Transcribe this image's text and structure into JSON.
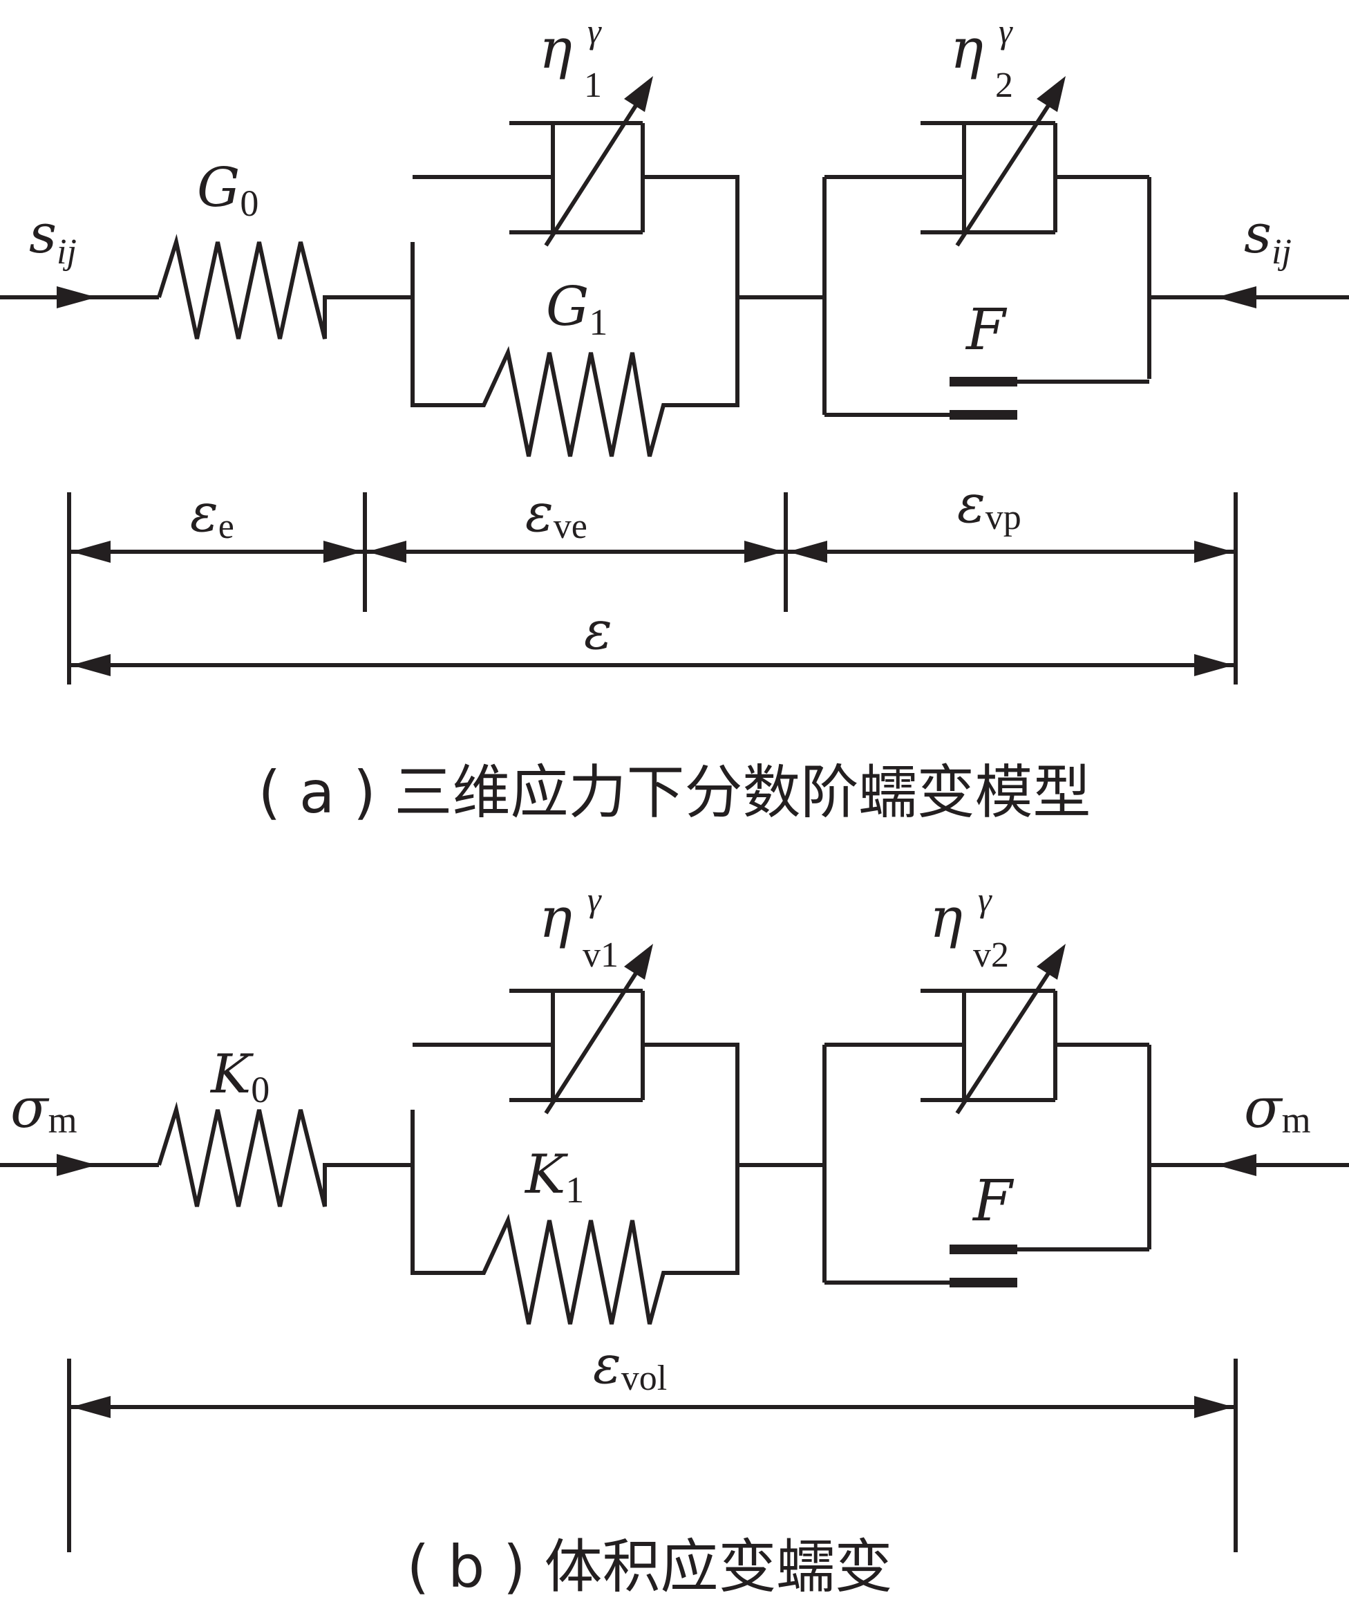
{
  "panel_a": {
    "caption": "( a ) 三维应力下分数阶蠕变模型",
    "stress": {
      "base": "s",
      "sub": "ij"
    },
    "spring0": {
      "base": "G",
      "sub": "0"
    },
    "spring1": {
      "base": "G",
      "sub": "1"
    },
    "dashpot1": {
      "base": "η",
      "sup": "γ",
      "sub": "1"
    },
    "dashpot2": {
      "base": "η",
      "sup": "γ",
      "sub": "2"
    },
    "friction": "F",
    "strain_e": {
      "base": "ε",
      "sub": "e"
    },
    "strain_ve": {
      "base": "ε",
      "sub": "ve"
    },
    "strain_vp": {
      "base": "ε",
      "sub": "vp"
    },
    "strain_total": "ε"
  },
  "panel_b": {
    "caption": "( b ) 体积应变蠕变",
    "stress": {
      "base": "σ",
      "sub": "m"
    },
    "spring0": {
      "base": "K",
      "sub": "0"
    },
    "spring1": {
      "base": "K",
      "sub": "1"
    },
    "dashpot1": {
      "base": "η",
      "sup": "γ",
      "sub": "v1"
    },
    "dashpot2": {
      "base": "η",
      "sup": "γ",
      "sub": "v2"
    },
    "friction": "F",
    "strain_vol": {
      "base": "ε",
      "sub": "vol"
    }
  }
}
